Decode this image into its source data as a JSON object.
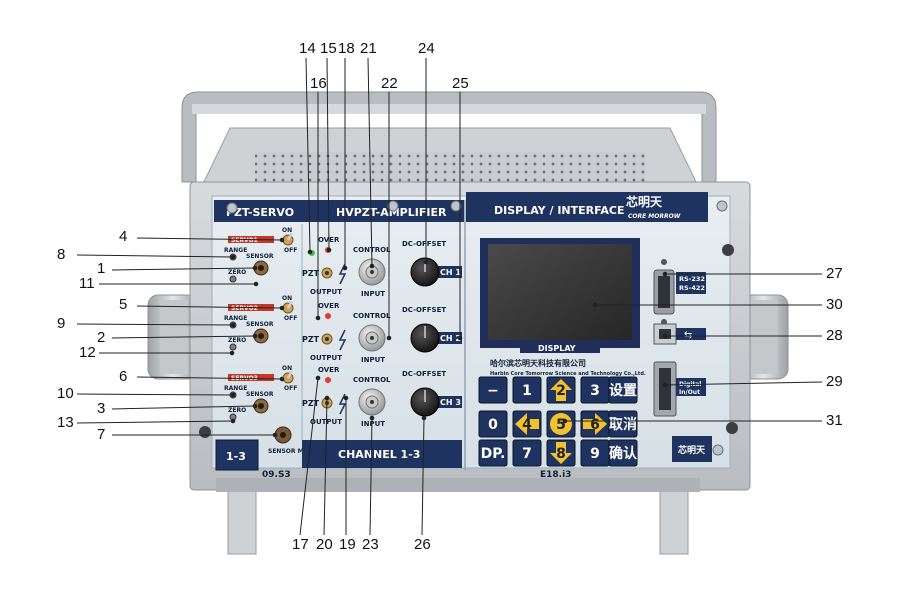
{
  "device": {
    "sections": {
      "servo": "PZT-SERVO",
      "amplifier": "HVPZT-AMPLIFIER",
      "display": "DISPLAY / INTERFACE"
    },
    "brand_cn": "芯明天",
    "brand_en": "CORE MORROW",
    "servo_channels": [
      {
        "tag": "SERVO1",
        "on": "ON",
        "off": "OFF",
        "range": "RANGE",
        "sensor": "SENSOR",
        "zero": "ZERO"
      },
      {
        "tag": "SERVO2",
        "on": "ON",
        "off": "OFF",
        "range": "RANGE",
        "sensor": "SENSOR",
        "zero": "ZERO"
      },
      {
        "tag": "SERVO3",
        "on": "ON",
        "off": "OFF",
        "range": "RANGE",
        "sensor": "SENSOR",
        "zero": "ZERO"
      }
    ],
    "sensor_monitor": "SENSOR MONITOR",
    "amp_channels": [
      {
        "over": "OVER",
        "pzt": "PZT",
        "output": "OUTPUT",
        "control": "CONTROL",
        "input": "INPUT",
        "dc_offset": "DC-OFFSET",
        "ch": "CH 1"
      },
      {
        "over": "OVER",
        "pzt": "PZT",
        "output": "OUTPUT",
        "control": "CONTROL",
        "input": "INPUT",
        "dc_offset": "DC-OFFSET",
        "ch": "CH 2"
      },
      {
        "over": "OVER",
        "pzt": "PZT",
        "output": "OUTPUT",
        "control": "CONTROL",
        "input": "INPUT",
        "dc_offset": "DC-OFFSET",
        "ch": "CH 3"
      }
    ],
    "display_label": "DISPLAY",
    "company_cn": "哈尔滨芯明天科技有限公司",
    "company_en": "Harbin Core Tomorrow Science and Technology Co.,Ltd.",
    "rs_label_1": "RS-232",
    "rs_label_2": "RS-422",
    "digital_label_1": "Digital",
    "digital_label_2": "In/Out",
    "keypad": [
      [
        "−",
        "1",
        "2",
        "3",
        "设置"
      ],
      [
        "0",
        "4",
        "5",
        "6",
        "取消"
      ],
      [
        "DP.",
        "7",
        "8",
        "9",
        "确认"
      ]
    ],
    "channel_box": "1-3",
    "channel_banner": "CHANNEL 1-3",
    "model_left": "09.S3",
    "model_right": "E18.i3",
    "bottom_brand": "芯明天"
  },
  "callouts": {
    "c1": "1",
    "c2": "2",
    "c3": "3",
    "c4": "4",
    "c5": "5",
    "c6": "6",
    "c7": "7",
    "c8": "8",
    "c9": "9",
    "c10": "10",
    "c11": "11",
    "c12": "12",
    "c13": "13",
    "c14": "14",
    "c15": "15",
    "c16": "16",
    "c17": "17",
    "c18": "18",
    "c19": "19",
    "c20": "20",
    "c21": "21",
    "c22": "22",
    "c23": "23",
    "c24": "24",
    "c25": "25",
    "c26": "26",
    "c27": "27",
    "c28": "28",
    "c29": "29",
    "c30": "30",
    "c31": "31"
  }
}
